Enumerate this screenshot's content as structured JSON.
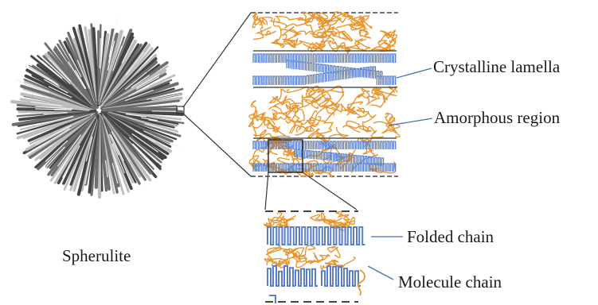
{
  "labels": {
    "spherulite": "Spherulite",
    "crystalline_lamella": "Crystalline lamella",
    "amorphous_region": "Amorphous region",
    "folded_chain": "Folded chain",
    "molecule_chain": "Molecule chain"
  },
  "colors": {
    "chain_orange": "#e8952e",
    "lamella_blue": "#5b7fc4",
    "spherulite_gray": "#555555",
    "outline": "#333333"
  }
}
